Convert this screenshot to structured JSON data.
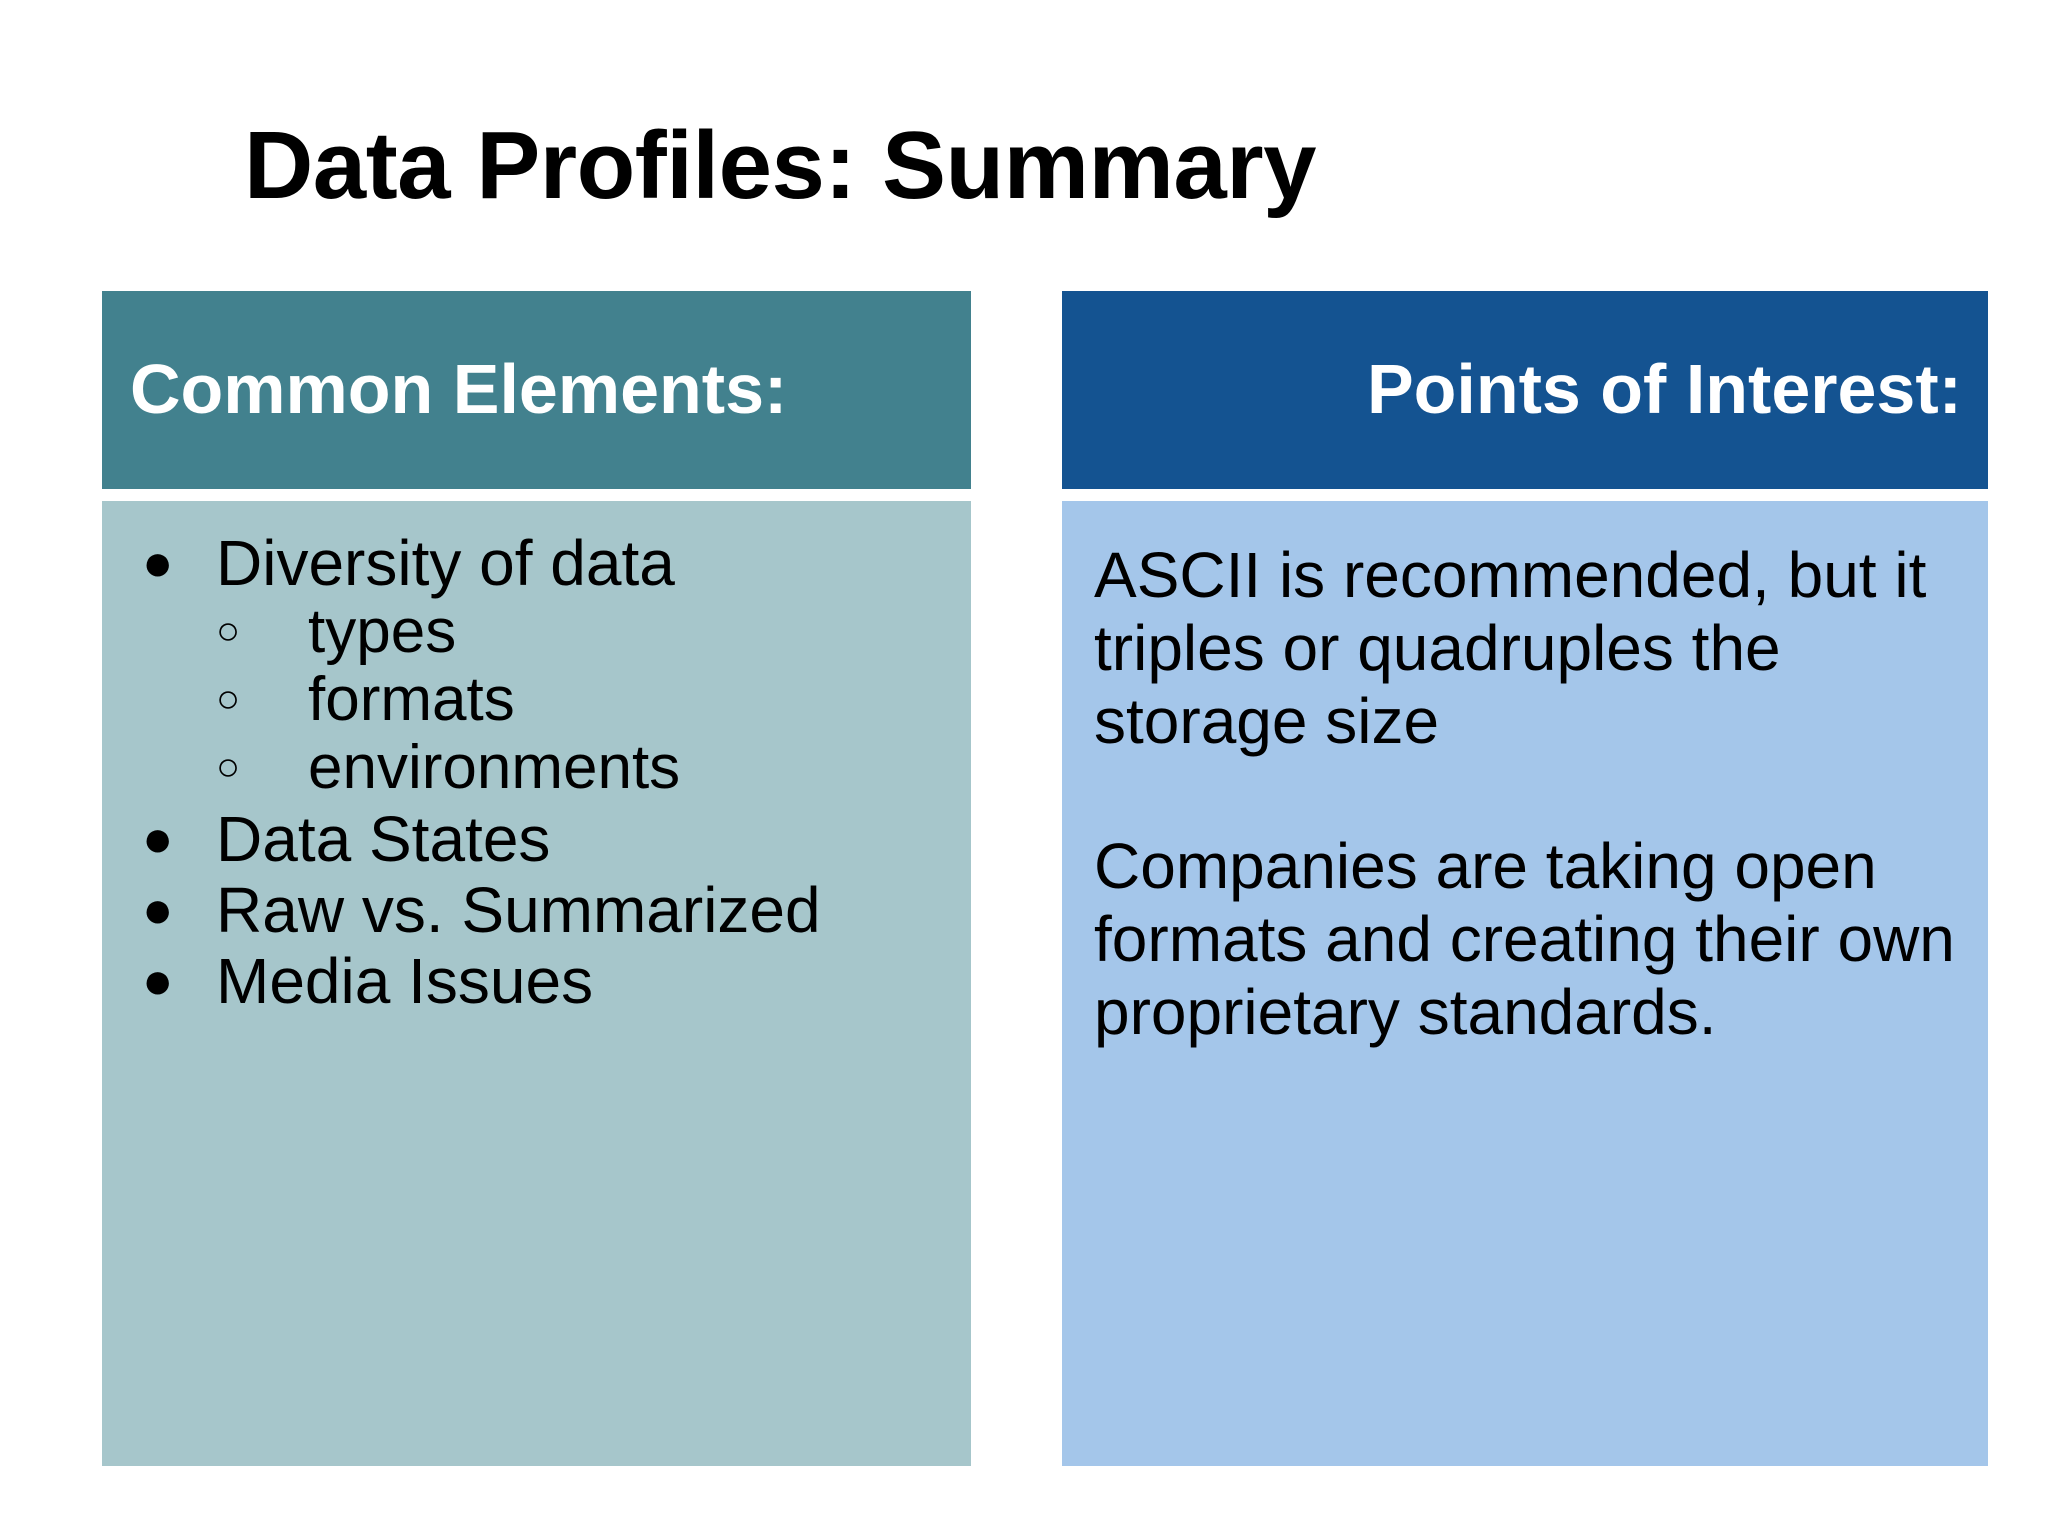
{
  "slide": {
    "title": "Data Profiles: Summary"
  },
  "colors": {
    "header_left_bg": "#42818e",
    "header_right_bg": "#145391",
    "body_left_bg": "#a6c6cb",
    "body_right_bg": "#a4c6ea",
    "header_text": "#ffffff",
    "body_text": "#000000",
    "title_text": "#000000",
    "slide_bg": "#ffffff"
  },
  "left_column": {
    "header": "Common Elements:",
    "bullet_marker": "●",
    "sub_bullet_marker": "○",
    "items": [
      {
        "label": "Diversity of data",
        "children": [
          {
            "label": "types"
          },
          {
            "label": "formats"
          },
          {
            "label": "environments"
          }
        ]
      },
      {
        "label": "Data States",
        "children": []
      },
      {
        "label": "Raw vs. Summarized",
        "children": []
      },
      {
        "label": "Media Issues",
        "children": []
      }
    ]
  },
  "right_column": {
    "header": "Points of Interest:",
    "paragraphs": [
      "ASCII is recommended, but it triples or quadruples the storage size",
      "Companies are taking open formats and creating their own proprietary standards."
    ]
  }
}
